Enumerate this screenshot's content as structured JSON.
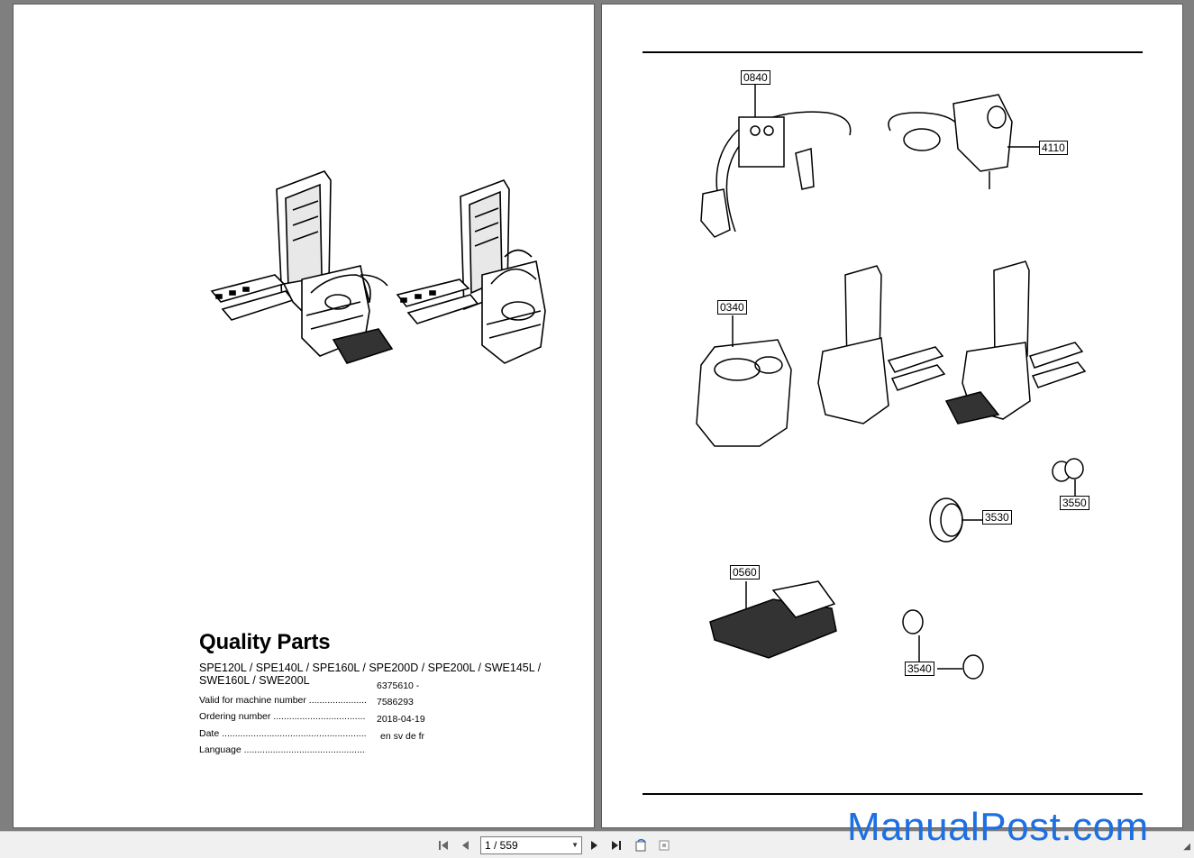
{
  "document": {
    "left_page": {
      "title": "Quality Parts",
      "models": "SPE120L / SPE140L / SPE160L / SPE200D / SPE200L / SWE145L / SWE160L / SWE200L",
      "info": [
        {
          "label": "Valid for machine number",
          "value": "6375610 -"
        },
        {
          "label": "Ordering number",
          "value": "7586293"
        },
        {
          "label": "Date",
          "value": "2018-04-19"
        },
        {
          "label": "Language",
          "value": "en sv de fr"
        }
      ]
    },
    "right_page": {
      "callouts": [
        "0840",
        "4110",
        "0340",
        "3550",
        "3530",
        "0560",
        "3540"
      ]
    }
  },
  "toolbar": {
    "page_indicator": "1 / 559",
    "icons": [
      "first-page-icon",
      "previous-page-icon",
      "next-page-icon",
      "last-page-icon",
      "rotate-icon",
      "fit-page-icon"
    ]
  },
  "watermark": "ManualPost.com"
}
